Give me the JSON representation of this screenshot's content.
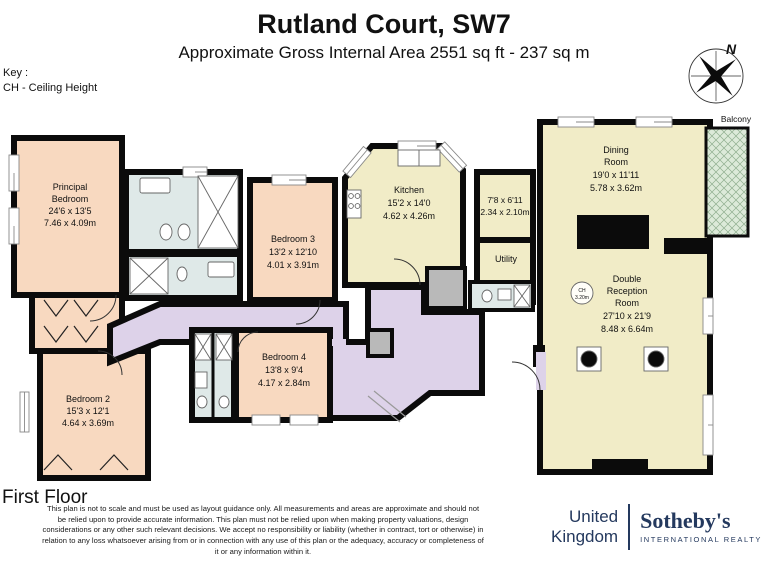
{
  "header": {
    "title": "Rutland Court, SW7",
    "subtitle": "Approximate Gross Internal Area 2551 sq ft - 237 sq m"
  },
  "key": {
    "title": "Key :",
    "ch": "CH - Ceiling Height"
  },
  "compass": {
    "north": "N"
  },
  "plan": {
    "floor_label": "First Floor",
    "rooms": {
      "principal_bedroom": {
        "line1": "Principal",
        "line2": "Bedroom",
        "imperial": "24'6 x 13'5",
        "metric": "7.46 x 4.09m"
      },
      "bedroom_2": {
        "line1": "Bedroom 2",
        "imperial": "15'3 x 12'1",
        "metric": "4.64 x 3.69m"
      },
      "bedroom_3": {
        "line1": "Bedroom 3",
        "imperial": "13'2 x 12'10",
        "metric": "4.01 x 3.91m"
      },
      "bedroom_4": {
        "line1": "Bedroom 4",
        "imperial": "13'8 x 9'4",
        "metric": "4.17 x 2.84m"
      },
      "kitchen": {
        "line1": "Kitchen",
        "imperial": "15'2 x 14'0",
        "metric": "4.62 x 4.26m"
      },
      "store": {
        "imperial": "7'8 x 6'11",
        "metric": "2.34 x 2.10m"
      },
      "utility": {
        "line1": "Utility"
      },
      "dining_room": {
        "line1": "Dining",
        "line2": "Room",
        "imperial": "19'0 x 11'11",
        "metric": "5.78 x 3.62m"
      },
      "double_reception_room": {
        "line1": "Double",
        "line2": "Reception",
        "line3": "Room",
        "imperial": "27'10 x 21'9",
        "metric": "8.48 x 6.64m",
        "ceiling_height_abbr": "CH",
        "ceiling_height": "3.20m"
      },
      "balcony": {
        "line1": "Balcony"
      }
    },
    "colors": {
      "bedroom": "#f8d9c0",
      "living": "#f1ecc7",
      "hallway": "#ddd2e9",
      "bathroom": "#dfe9e8",
      "balcony": "#dcead9",
      "storage": "#b9b9b9",
      "wall": "#0b0b0b"
    }
  },
  "disclaimer": "This plan is not to scale and must be used as layout guidance only. All measurements and areas are approximate and should not be relied upon to provide accurate information. This plan must not be relied upon when making property valuations, design considerations or any other such relevant decisions. We accept no responsibility or liability (whether in contract, tort or otherwise) in relation to any loss whatsoever arising from or in connection with any use of this plan or the adequacy, accuracy or completeness of it or any information within it.",
  "brand": {
    "region_line1": "United",
    "region_line2": "Kingdom",
    "name": "Sotheby's",
    "tagline": "INTERNATIONAL REALTY",
    "color": "#24395e"
  }
}
